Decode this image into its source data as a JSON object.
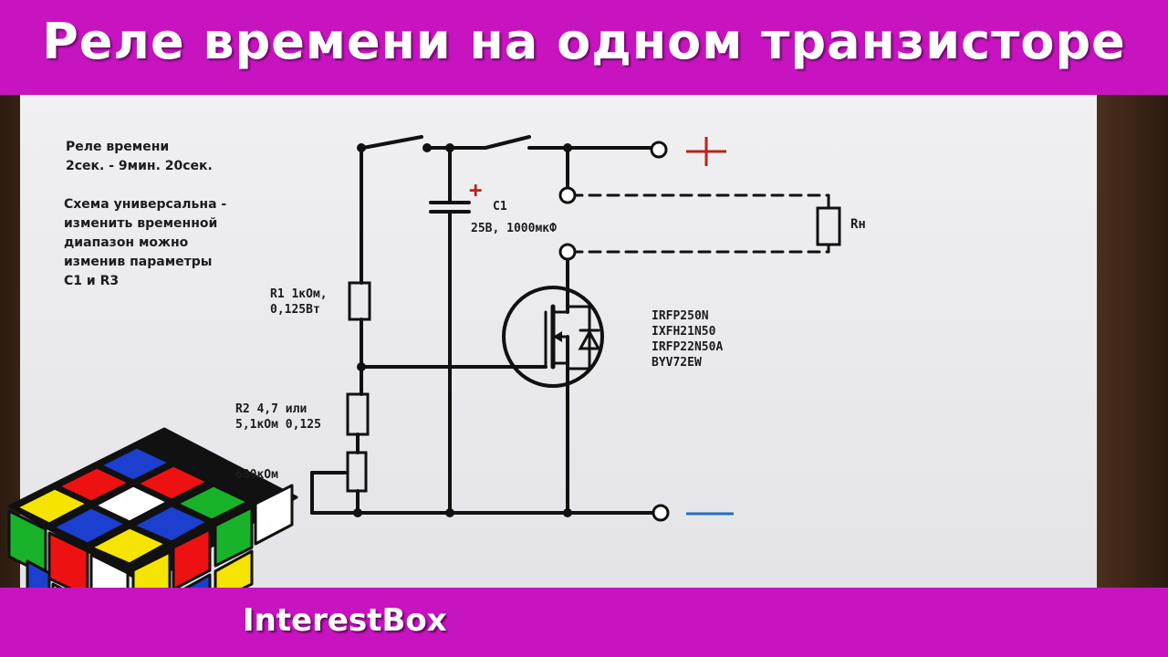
{
  "title": "Реле времени на одном транзисторе",
  "brand": "InterestBox",
  "notes": {
    "range_title": "Реле времени\n2сек. - 9мин. 20сек.",
    "universal": "Схема универсальна -\nизменить временной\nдиапазон можно\nизменив параметры\nC1 и R3"
  },
  "components": {
    "r1": "R1 1кОм,\n0,125Вт",
    "r2": "R2 4,7 или\n5,1кОм 0,125",
    "r3": "680кОм",
    "c1_name": "C1",
    "c1_value": "25В, 1000мкФ",
    "load": "Rн",
    "transistors": "IRFP250N\nIXFH21N50\nIRFP22N50A\nBYV72EW",
    "cap_plus": "+"
  },
  "colors": {
    "banner": "#c814c0",
    "plus_terminal": "#b8241c",
    "minus_terminal": "#1e6ec8"
  }
}
